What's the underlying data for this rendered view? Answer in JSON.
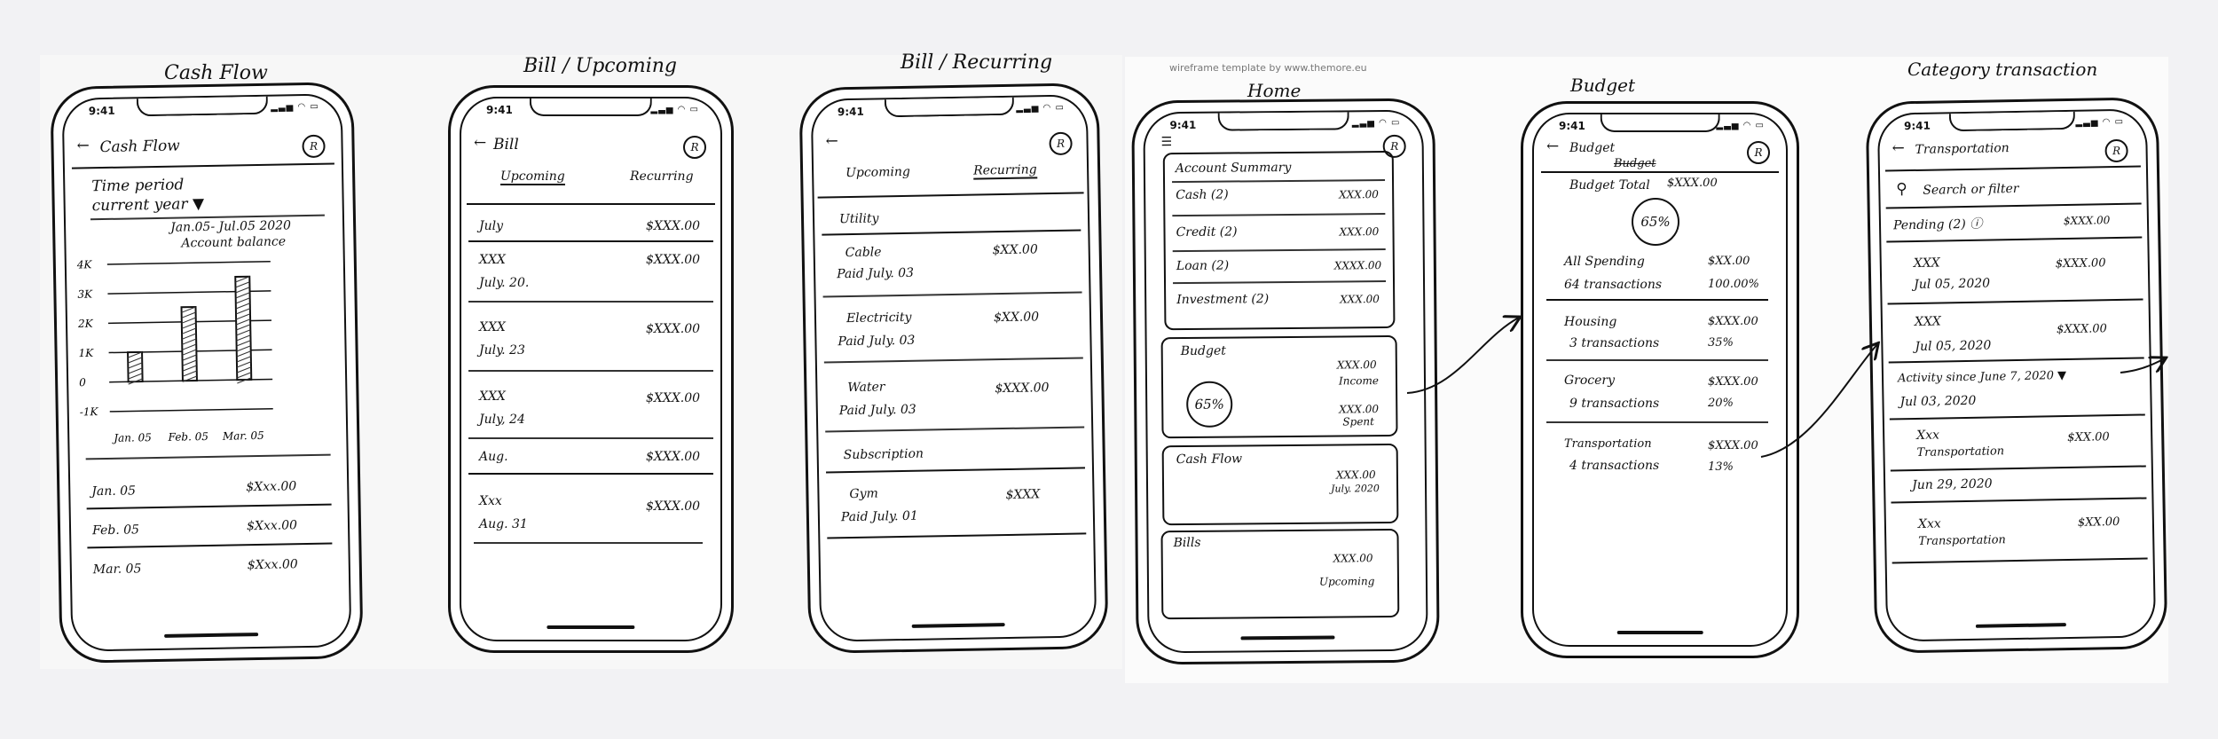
{
  "credit": "wireframe template by www.themore.eu",
  "status": {
    "time": "9:41",
    "icons": "▂▃▅ ◠ ▭"
  },
  "screens": {
    "cash_flow": {
      "label": "Cash Flow",
      "header": "Cash Flow",
      "time_period": "Time period",
      "period_value": "current year ▼",
      "range": "Jan.05- Jul.05 2020",
      "chart_title": "Account balance",
      "list": [
        {
          "label": "Jan. 05",
          "value": "$Xxx.00"
        },
        {
          "label": "Feb. 05",
          "value": "$Xxx.00"
        },
        {
          "label": "Mar. 05",
          "value": "$Xxx.00"
        }
      ]
    },
    "bill_upcoming": {
      "label": "Bill / Upcoming",
      "header": "Bill",
      "tab_upcoming": "Upcoming",
      "tab_recurring": "Recurring",
      "rows": [
        {
          "name": "July",
          "sub": "",
          "value": "$XXX.00"
        },
        {
          "name": "XXX",
          "sub": "July. 20.",
          "value": "$XXX.00"
        },
        {
          "name": "XXX",
          "sub": "July. 23",
          "value": "$XXX.00"
        },
        {
          "name": "XXX",
          "sub": "July, 24",
          "value": "$XXX.00"
        },
        {
          "name": "Aug.",
          "sub": "",
          "value": "$XXX.00"
        },
        {
          "name": "Xxx",
          "sub": "Aug. 31",
          "value": "$XXX.00"
        }
      ]
    },
    "bill_recurring": {
      "label": "Bill / Recurring",
      "tab_upcoming": "Upcoming",
      "tab_recurring": "Recurring",
      "section1": "Utility",
      "section2": "Subscription",
      "rows": [
        {
          "name": "Cable",
          "sub": "Paid July. 03",
          "value": "$XX.00"
        },
        {
          "name": "Electricity",
          "sub": "Paid July. 03",
          "value": "$XX.00"
        },
        {
          "name": "Water",
          "sub": "Paid July. 03",
          "value": "$XXX.00"
        },
        {
          "name": "Gym",
          "sub": "Paid July. 01",
          "value": "$XXX"
        }
      ]
    },
    "home": {
      "label": "Home",
      "summary_title": "Account Summary",
      "accounts": [
        {
          "name": "Cash (2)",
          "value": "XXX.00"
        },
        {
          "name": "Credit (2)",
          "value": "XXX.00"
        },
        {
          "name": "Loan (2)",
          "value": "XXXX.00"
        },
        {
          "name": "Investment (2)",
          "value": "XXX.00"
        }
      ],
      "budget_title": "Budget",
      "budget_percent": "65%",
      "budget_income_value": "XXX.00",
      "budget_income_label": "Income",
      "budget_spent_value": "XXX.00",
      "budget_spent_label": "Spent",
      "cashflow_title": "Cash Flow",
      "cashflow_value": "XXX.00",
      "cashflow_date": "July. 2020",
      "bills_title": "Bills",
      "bills_value": "XXX.00",
      "bills_sub": "Upcoming"
    },
    "budget": {
      "label": "Budget",
      "header": "Budget",
      "header_sub": "Budget",
      "total_label": "Budget Total",
      "total_value": "$XXX.00",
      "percent": "65%",
      "rows": [
        {
          "name": "All Spending",
          "sub": "64 transactions",
          "value": "$XX.00",
          "pct": "100.00%"
        },
        {
          "name": "Housing",
          "sub": "3 transactions",
          "value": "$XXX.00",
          "pct": "35%"
        },
        {
          "name": "Grocery",
          "sub": "9 transactions",
          "value": "$XXX.00",
          "pct": "20%"
        },
        {
          "name": "Transportation",
          "sub": "4 transactions",
          "value": "$XXX.00",
          "pct": "13%"
        }
      ]
    },
    "category": {
      "label": "Category transaction",
      "header": "Transportation",
      "search": "Search or filter",
      "pending": "Pending (2) ⓘ",
      "pending_value": "$XXX.00",
      "rows": [
        {
          "name": "XXX",
          "sub": "Jul 05, 2020",
          "value": "$XXX.00"
        },
        {
          "name": "XXX",
          "sub": "Jul 05, 2020",
          "value": "$XXX.00"
        }
      ],
      "activity": "Activity since June 7, 2020 ▼",
      "rows2": [
        {
          "name": "Jul 03, 2020",
          "sub": "",
          "value": ""
        },
        {
          "name": "Xxx",
          "sub": "Transportation",
          "value": "$XX.00"
        },
        {
          "name": "Jun 29, 2020",
          "sub": "",
          "value": ""
        },
        {
          "name": "Xxx",
          "sub": "Transportation",
          "value": "$XX.00"
        }
      ]
    }
  },
  "chart_data": {
    "type": "bar",
    "title": "Account balance",
    "y_ticks": [
      "-1K",
      "0",
      "1K",
      "2K",
      "3K",
      "4K"
    ],
    "x_ticks": [
      "Jan. 05",
      "Feb. 05",
      "Mar. 05"
    ],
    "values": [
      1,
      2.5,
      3.5
    ],
    "ylim": [
      -1,
      4
    ]
  }
}
